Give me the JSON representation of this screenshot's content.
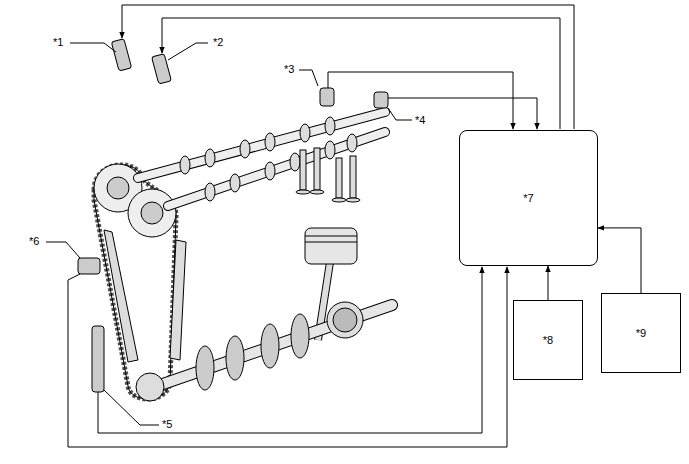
{
  "diagram": {
    "nodes": [
      {
        "text": [
          "*7"
        ]
      },
      {
        "text": [
          "*8"
        ]
      },
      {
        "text": [
          "*9"
        ]
      }
    ],
    "edges": [
      {
        "from": 1,
        "to": 0,
        "arrow": "to"
      },
      {
        "from": 2,
        "to": 0,
        "arrow": "to"
      }
    ],
    "labels": [
      "*1",
      "*2",
      "*3",
      "*4",
      "*6",
      "*5"
    ]
  }
}
